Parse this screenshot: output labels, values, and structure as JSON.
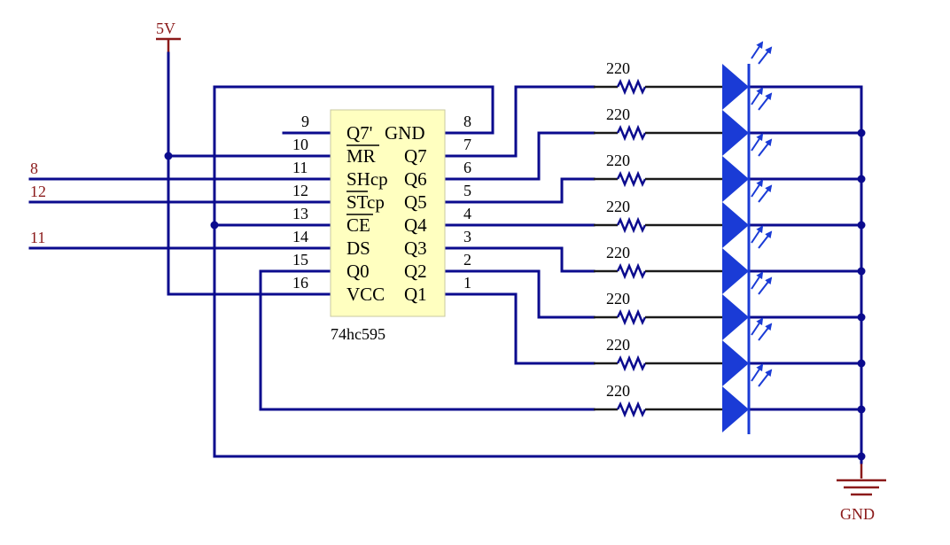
{
  "colors": {
    "wire": "#0b0b8e",
    "chip_fill": "#ffffc0",
    "led": "#1a3bd6",
    "power": "#8b1a1a"
  },
  "chip": {
    "part": "74hc595",
    "left_pins": [
      {
        "num": "9",
        "name": "Q7'"
      },
      {
        "num": "10",
        "name": "MR"
      },
      {
        "num": "11",
        "name": "SHcp"
      },
      {
        "num": "12",
        "name": "STcp"
      },
      {
        "num": "13",
        "name": "CE"
      },
      {
        "num": "14",
        "name": "DS"
      },
      {
        "num": "15",
        "name": "Q0"
      },
      {
        "num": "16",
        "name": "VCC"
      }
    ],
    "right_pins": [
      {
        "num": "8",
        "name": "GND"
      },
      {
        "num": "7",
        "name": "Q7"
      },
      {
        "num": "6",
        "name": "Q6"
      },
      {
        "num": "5",
        "name": "Q5"
      },
      {
        "num": "4",
        "name": "Q4"
      },
      {
        "num": "3",
        "name": "Q3"
      },
      {
        "num": "2",
        "name": "Q2"
      },
      {
        "num": "1",
        "name": "Q1"
      }
    ]
  },
  "inputs": [
    {
      "label": "8"
    },
    {
      "label": "12"
    },
    {
      "label": "11"
    }
  ],
  "power": {
    "vcc": "5V",
    "ground": "GND"
  },
  "resistors": [
    "220",
    "220",
    "220",
    "220",
    "220",
    "220",
    "220",
    "220"
  ]
}
